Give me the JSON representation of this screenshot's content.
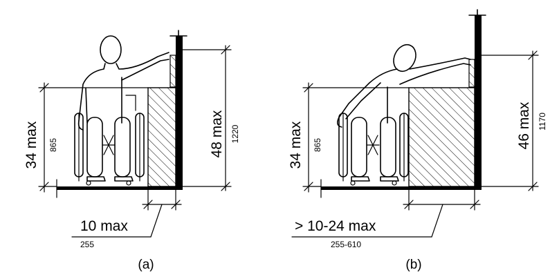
{
  "figure_a": {
    "vertical_left_imperial": "34 max",
    "vertical_left_metric": "865",
    "vertical_right_imperial": "48 max",
    "vertical_right_metric": "1220",
    "depth_imperial": "10 max",
    "depth_metric": "255",
    "caption": "(a)"
  },
  "figure_b": {
    "vertical_left_imperial": "34 max",
    "vertical_left_metric": "865",
    "vertical_right_imperial": "46 max",
    "vertical_right_metric": "1170",
    "depth_imperial": "> 10-24 max",
    "depth_metric": "255-610",
    "caption": "(b)"
  }
}
